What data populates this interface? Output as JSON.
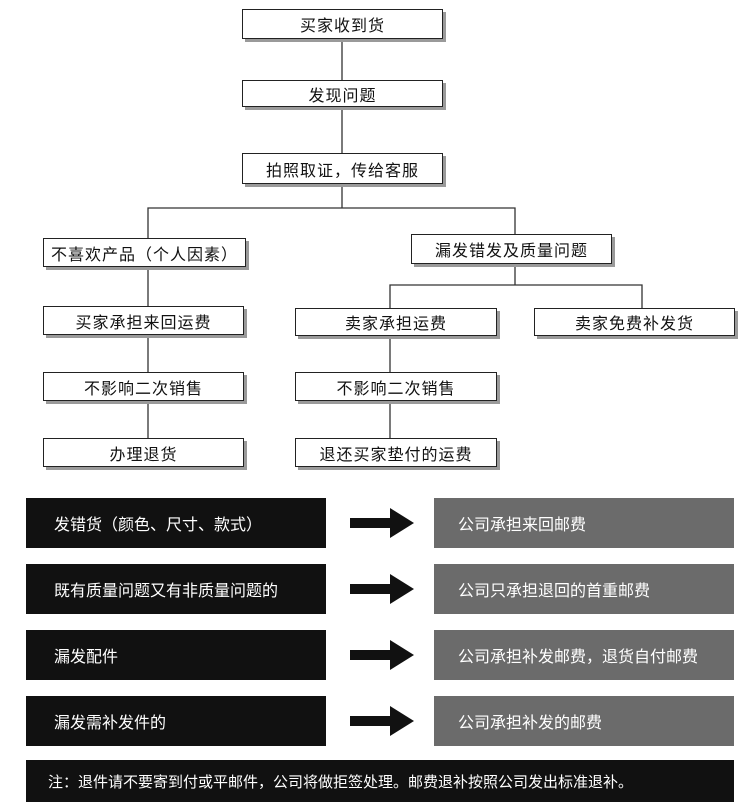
{
  "flowchart": {
    "nodes": {
      "received": "买家收到货",
      "found_issue": "发现问题",
      "photo_evidence": "拍照取证，传给客服",
      "dislike": "不喜欢产品（个人因素）",
      "wrong_or_quality": "漏发错发及质量问题",
      "buyer_pays_shipping": "买家承担来回运费",
      "seller_pays_shipping": "卖家承担运费",
      "seller_free_resend": "卖家免费补发货",
      "no_resale_impact_left": "不影响二次销售",
      "no_resale_impact_right": "不影响二次销售",
      "process_return": "办理退货",
      "refund_buyer_shipping": "退还买家垫付的运费"
    }
  },
  "rules": [
    {
      "condition": "发错货（颜色、尺寸、款式）",
      "result": "公司承担来回邮费"
    },
    {
      "condition": "既有质量问题又有非质量问题的",
      "result": "公司只承担退回的首重邮费"
    },
    {
      "condition": "漏发配件",
      "result": "公司承担补发邮费，退货自付邮费"
    },
    {
      "condition": "漏发需补发件的",
      "result": "公司承担补发的邮费"
    }
  ],
  "note": "注：退件请不要寄到付或平邮件，公司将做拒签处理。邮费退补按照公司发出标准退补。",
  "colors": {
    "rule_left_bg": "#111111",
    "rule_right_bg": "#6b6b6b",
    "line": "#333333"
  }
}
